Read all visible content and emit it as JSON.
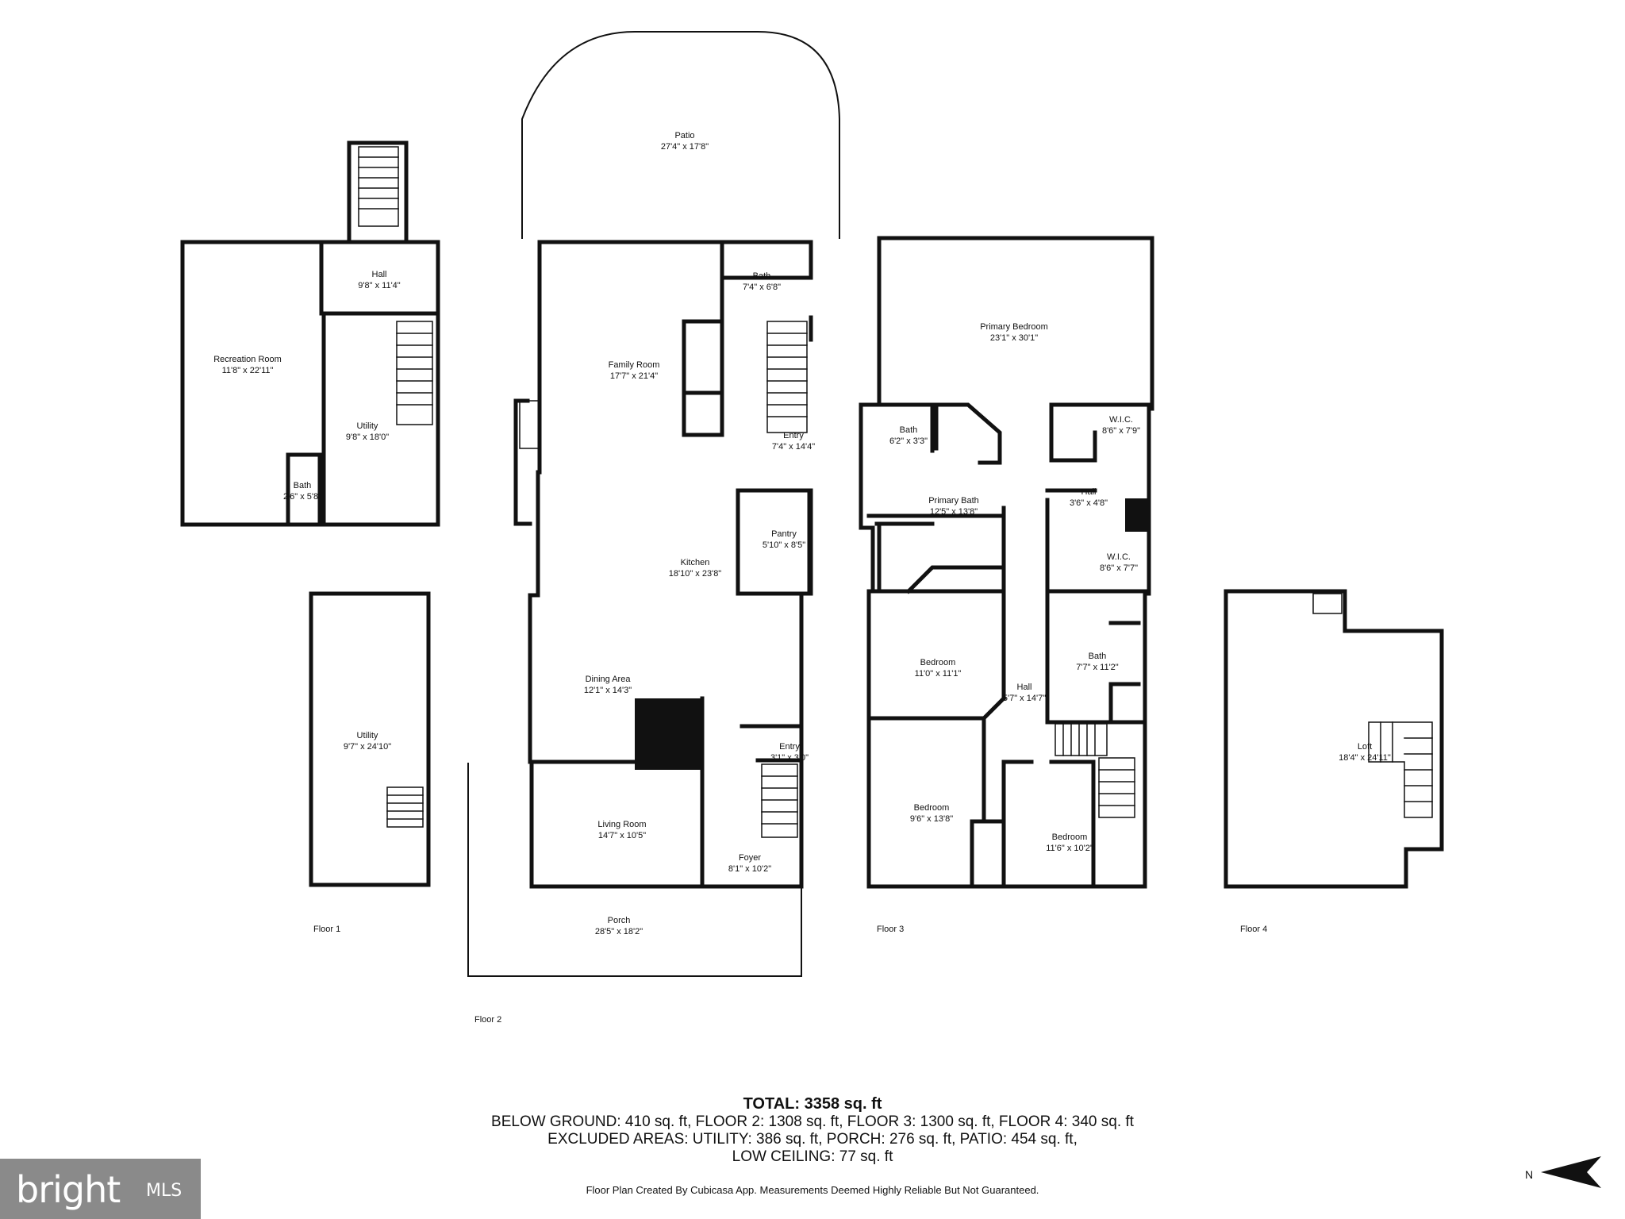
{
  "floors": [
    {
      "label": "Floor 1"
    },
    {
      "label": "Floor 2"
    },
    {
      "label": "Floor 3"
    },
    {
      "label": "Floor 4"
    }
  ],
  "rooms": [
    {
      "name": "Hall",
      "dim": "9'8\" x 11'4\""
    },
    {
      "name": "Recreation Room",
      "dim": "11'8\" x 22'11\""
    },
    {
      "name": "Utility",
      "dim": "9'8\" x 18'0\""
    },
    {
      "name": "Bath",
      "dim": "2'6\" x 5'8\""
    },
    {
      "name": "Utility",
      "dim": "9'7\" x 24'10\""
    },
    {
      "name": "Patio",
      "dim": "27'4\" x 17'8\""
    },
    {
      "name": "Bath",
      "dim": "7'4\" x 6'8\""
    },
    {
      "name": "Family Room",
      "dim": "17'7\" x 21'4\""
    },
    {
      "name": "Entry",
      "dim": "7'4\" x 14'4\""
    },
    {
      "name": "Pantry",
      "dim": "5'10\" x 8'5\""
    },
    {
      "name": "Kitchen",
      "dim": "18'10\" x 23'8\""
    },
    {
      "name": "Dining Area",
      "dim": "12'1\" x 14'3\""
    },
    {
      "name": "Entry",
      "dim": "3'1\" x 3'0\""
    },
    {
      "name": "Living Room",
      "dim": "14'7\" x 10'5\""
    },
    {
      "name": "Foyer",
      "dim": "8'1\" x 10'2\""
    },
    {
      "name": "Porch",
      "dim": "28'5\" x 18'2\""
    },
    {
      "name": "Primary Bedroom",
      "dim": "23'1\" x 30'1\""
    },
    {
      "name": "Bath",
      "dim": "6'2\" x 3'3\""
    },
    {
      "name": "Primary Bath",
      "dim": "12'5\" x 13'8\""
    },
    {
      "name": "W.I.C.",
      "dim": "8'6\" x 7'9\""
    },
    {
      "name": "Hall",
      "dim": "3'6\" x 4'8\""
    },
    {
      "name": "W.I.C.",
      "dim": "8'6\" x 7'7\""
    },
    {
      "name": "Bedroom",
      "dim": "11'0\" x 11'1\""
    },
    {
      "name": "Bath",
      "dim": "7'7\" x 11'2\""
    },
    {
      "name": "Hall",
      "dim": "5'7\" x 14'7\""
    },
    {
      "name": "Bedroom",
      "dim": "9'6\" x 13'8\""
    },
    {
      "name": "Bedroom",
      "dim": "11'6\" x 10'2\""
    },
    {
      "name": "Loft",
      "dim": "18'4\" x 24'11\""
    }
  ],
  "summary": {
    "total": "TOTAL: 3358 sq. ft",
    "line1": "BELOW GROUND: 410 sq. ft, FLOOR 2: 1308 sq. ft, FLOOR 3: 1300 sq. ft, FLOOR 4: 340 sq. ft",
    "line2": "EXCLUDED AREAS: UTILITY: 386 sq. ft, PORCH: 276 sq. ft, PATIO: 454 sq. ft,",
    "line3": "LOW CEILING: 77 sq. ft",
    "note": "Floor Plan Created By Cubicasa App. Measurements Deemed Highly Reliable But Not Guaranteed."
  },
  "logo": {
    "word": "bright",
    "suffix": "MLS"
  },
  "compass": {
    "label": "N",
    "icon": "north-arrow-icon"
  },
  "colors": {
    "wall": "#111111",
    "logo_bg": "#8a8a8a"
  }
}
